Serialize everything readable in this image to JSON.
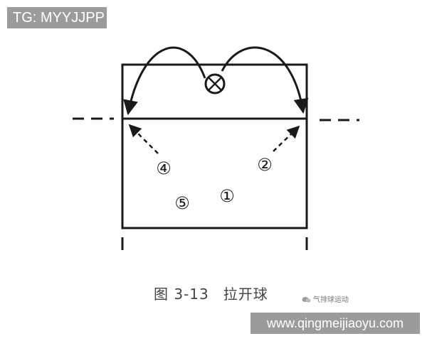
{
  "watermark_top": "TG: MYYJJPP",
  "caption": {
    "figure_number": "图 3-13",
    "title": "拉开球"
  },
  "wechat_label": "气排球运动",
  "watermark_bottom": "www.qingmeijiaoyu.com",
  "players": [
    {
      "label": "④"
    },
    {
      "label": "②"
    },
    {
      "label": "⑤"
    },
    {
      "label": "①"
    }
  ],
  "icons": {
    "server_marker": "circle-cross-icon",
    "wechat": "wechat-icon"
  },
  "colors": {
    "line": "#1a1a1a",
    "watermark_bg": "#9b9b9b",
    "watermark_text": "#ffffff"
  }
}
